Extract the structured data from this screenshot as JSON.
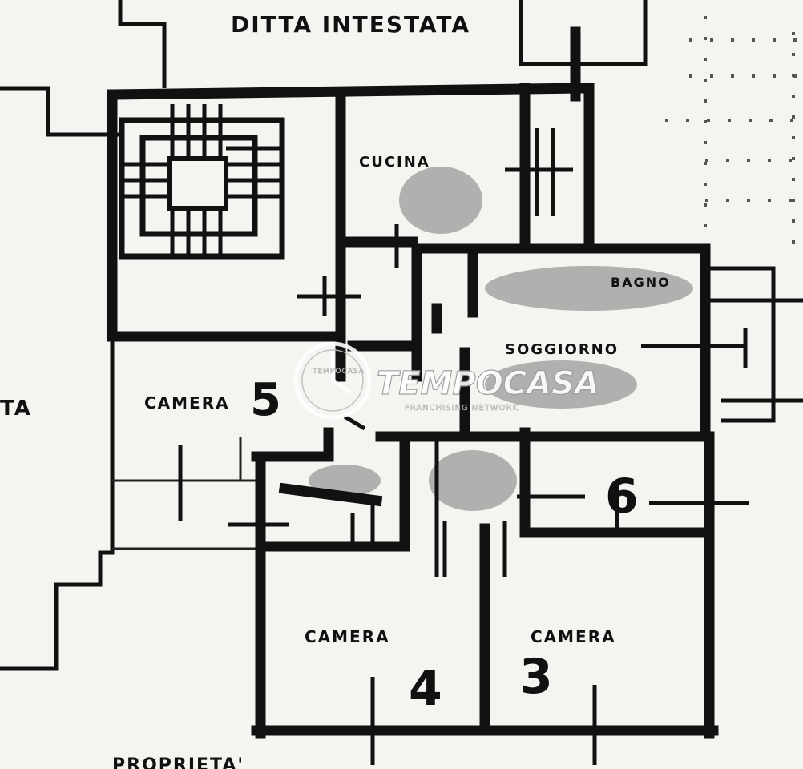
{
  "labels": {
    "neighbor": "DITTA INTESTATA",
    "kitchen": "CUCINA",
    "bath": "BAGNO",
    "living": "SOGGIORNO",
    "room5": "CAMERA",
    "room4": "CAMERA",
    "room3": "CAMERA",
    "left_edge": "TA",
    "bottom_edge": "PROPRIETA'"
  },
  "numbers": {
    "room5": "5",
    "room4": "4",
    "room3": "3",
    "bath": "6"
  },
  "watermark": {
    "brand": "TEMPOCASA",
    "tagline": "FRANCHISING NETWORK",
    "seal": "TEMPOCASA"
  },
  "colors": {
    "ink": "#111111",
    "paper": "#f4f4f1",
    "smear": "#9a9a98"
  }
}
